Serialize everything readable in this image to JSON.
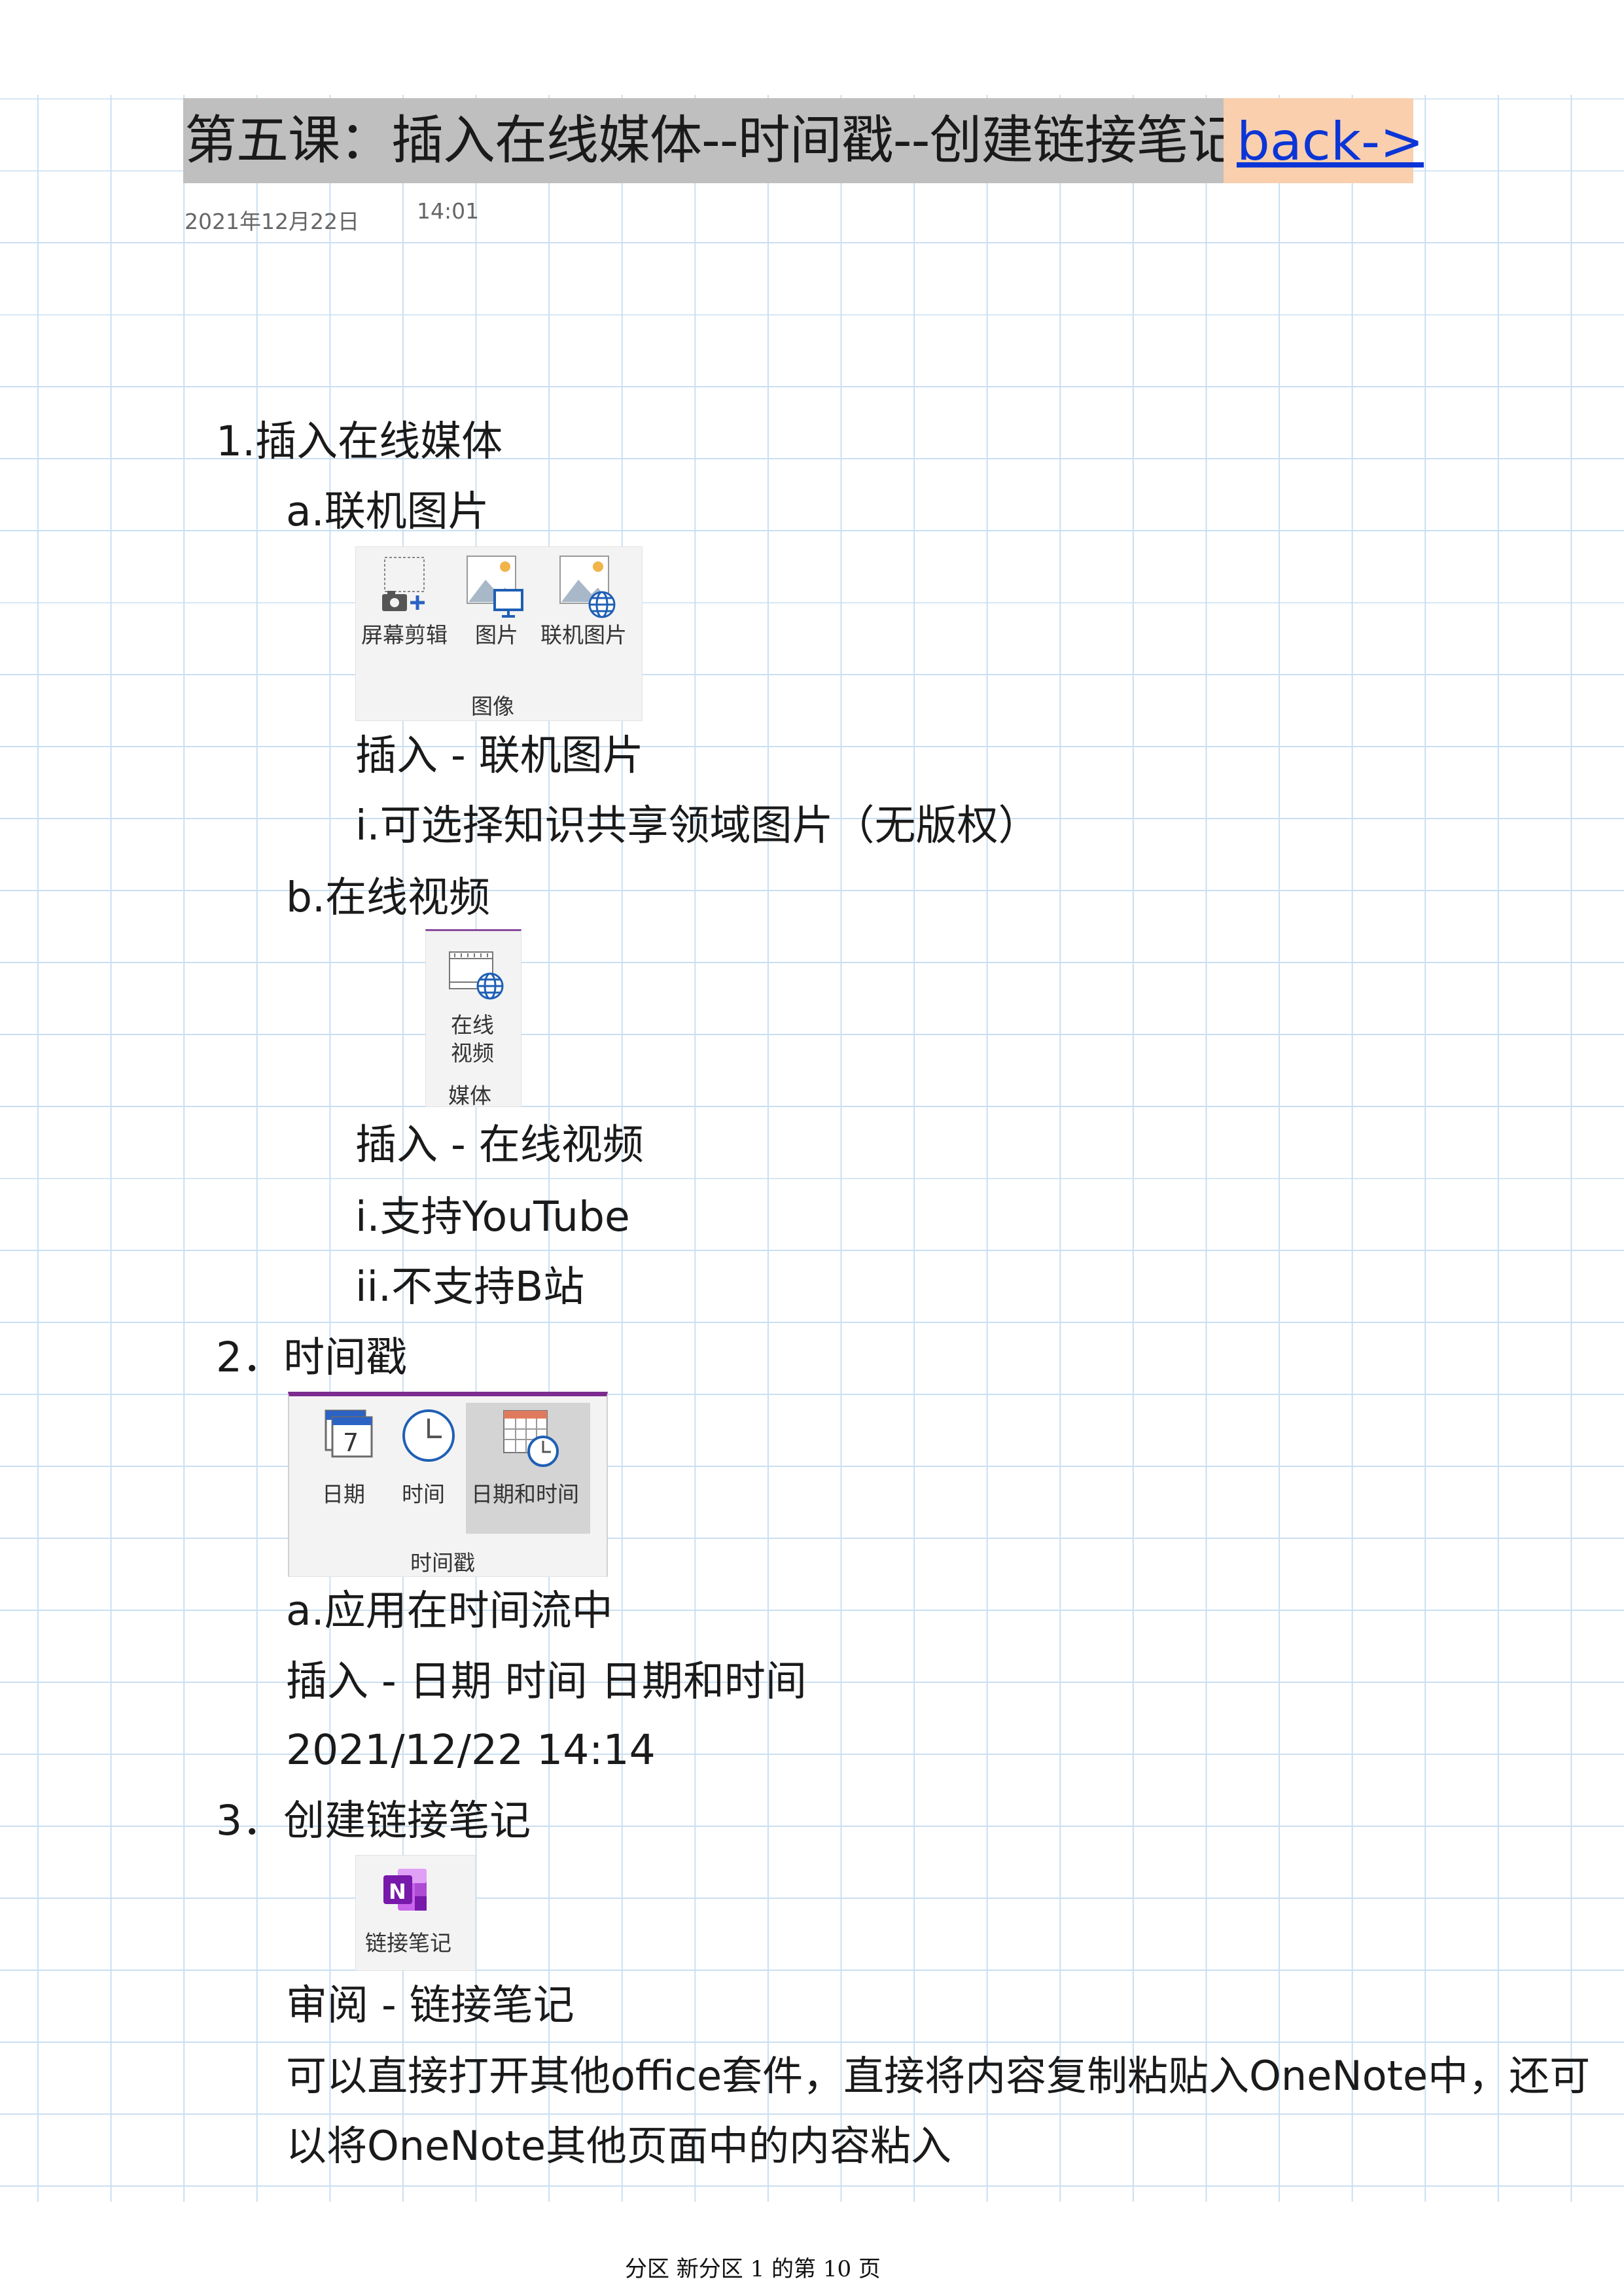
{
  "page": {
    "title": "第五课：插入在线媒体--时间戳--创建链接笔记",
    "back_link": "back->",
    "date": "2021年12月22日",
    "time": "14:01"
  },
  "content": {
    "s1_heading": "1.插入在线媒体",
    "s1a_heading": "a.联机图片",
    "s1a_path": "插入 - 联机图片",
    "s1a_note": "i.可选择知识共享领域图片（无版权）",
    "s1b_heading": "b.在线视频",
    "s1b_path": "插入 - 在线视频",
    "s1b_note1": "i.支持YouTube",
    "s1b_note2": "ii.不支持B站",
    "s2_heading": "2．时间戳",
    "s2_note": "a.应用在时间流中",
    "s2_path": "插入 - 日期 时间 日期和时间",
    "s2_example": "2021/12/22 14:14",
    "s3_heading": "3．创建链接笔记",
    "s3_path": "审阅 - 链接笔记",
    "s3_desc_line1": "可以直接打开其他office套件，直接将内容复制粘贴入OneNote中，还可",
    "s3_desc_line2": "以将OneNote其他页面中的内容粘入"
  },
  "ribbons": {
    "images": {
      "items": [
        "屏幕剪辑",
        "图片",
        "联机图片"
      ],
      "group": "图像"
    },
    "media": {
      "item_line1": "在线",
      "item_line2": "视频",
      "group": "媒体"
    },
    "timestamp": {
      "items": [
        "日期",
        "时间",
        "日期和时间"
      ],
      "group": "时间戳"
    },
    "linked_notes": {
      "item": "链接笔记"
    }
  },
  "footer": {
    "text": "分区 新分区 1 的第 10 页"
  },
  "colors": {
    "title_bg": "#bfbfbf",
    "back_bg": "#f9cfae",
    "link": "#0b35d6",
    "grid": "#c9dff2",
    "onenote_purple": "#7b2c8f"
  }
}
